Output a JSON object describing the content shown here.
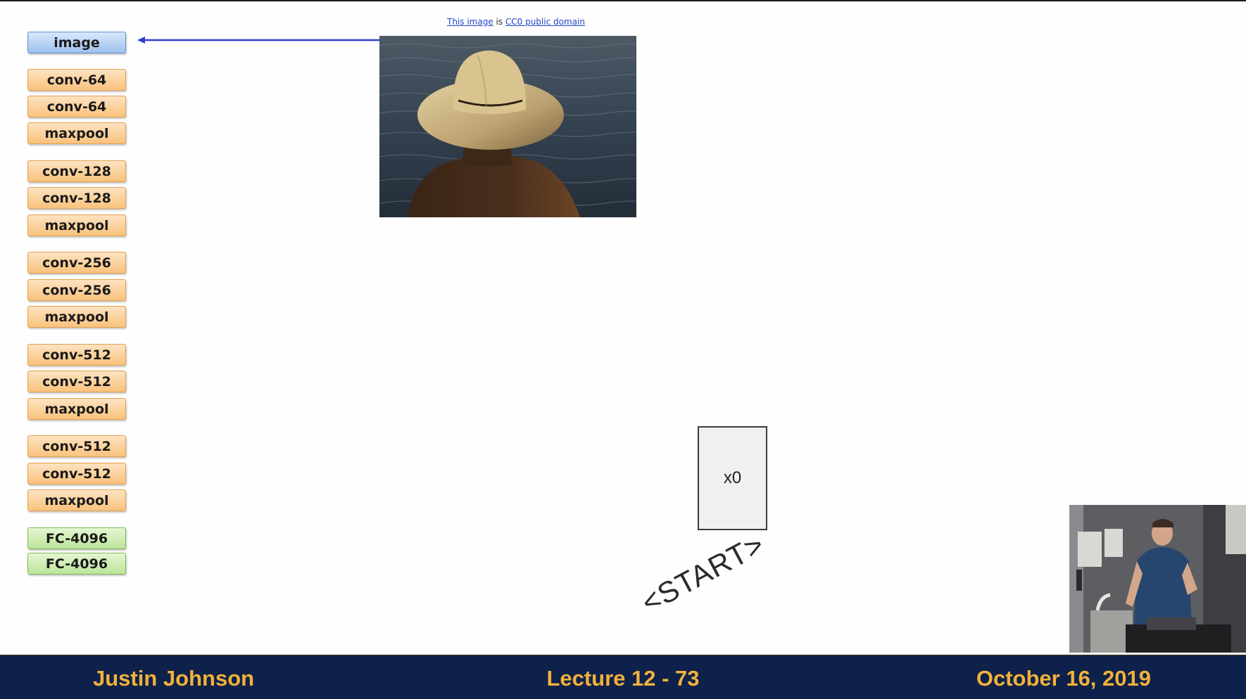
{
  "credit": {
    "link1": "This image",
    "middle": " is ",
    "link2": "CC0 public domain"
  },
  "layers": [
    {
      "label": "image",
      "kind": "input"
    },
    {
      "label": "conv-64",
      "kind": "conv"
    },
    {
      "label": "conv-64",
      "kind": "conv"
    },
    {
      "label": "maxpool",
      "kind": "pool"
    },
    {
      "label": "conv-128",
      "kind": "conv"
    },
    {
      "label": "conv-128",
      "kind": "conv"
    },
    {
      "label": "maxpool",
      "kind": "pool"
    },
    {
      "label": "conv-256",
      "kind": "conv"
    },
    {
      "label": "conv-256",
      "kind": "conv"
    },
    {
      "label": "maxpool",
      "kind": "pool"
    },
    {
      "label": "conv-512",
      "kind": "conv"
    },
    {
      "label": "conv-512",
      "kind": "conv"
    },
    {
      "label": "maxpool",
      "kind": "pool"
    },
    {
      "label": "conv-512",
      "kind": "conv"
    },
    {
      "label": "conv-512",
      "kind": "conv"
    },
    {
      "label": "maxpool",
      "kind": "pool"
    },
    {
      "label": "FC-4096",
      "kind": "fc"
    },
    {
      "label": "FC-4096",
      "kind": "fc"
    }
  ],
  "rnn": {
    "input_label": "x0",
    "token": "<START>"
  },
  "footer": {
    "author": "Justin Johnson",
    "lecture": "Lecture 12 - 73",
    "date": "October 16, 2019"
  },
  "colors": {
    "footer_bg": "#0d214a",
    "footer_text": "#f2b13a",
    "arrow": "#2f3fd0",
    "input_layer": "#9cc0ee",
    "conv_layer": "#f9c27c",
    "fc_layer": "#bde49a"
  }
}
